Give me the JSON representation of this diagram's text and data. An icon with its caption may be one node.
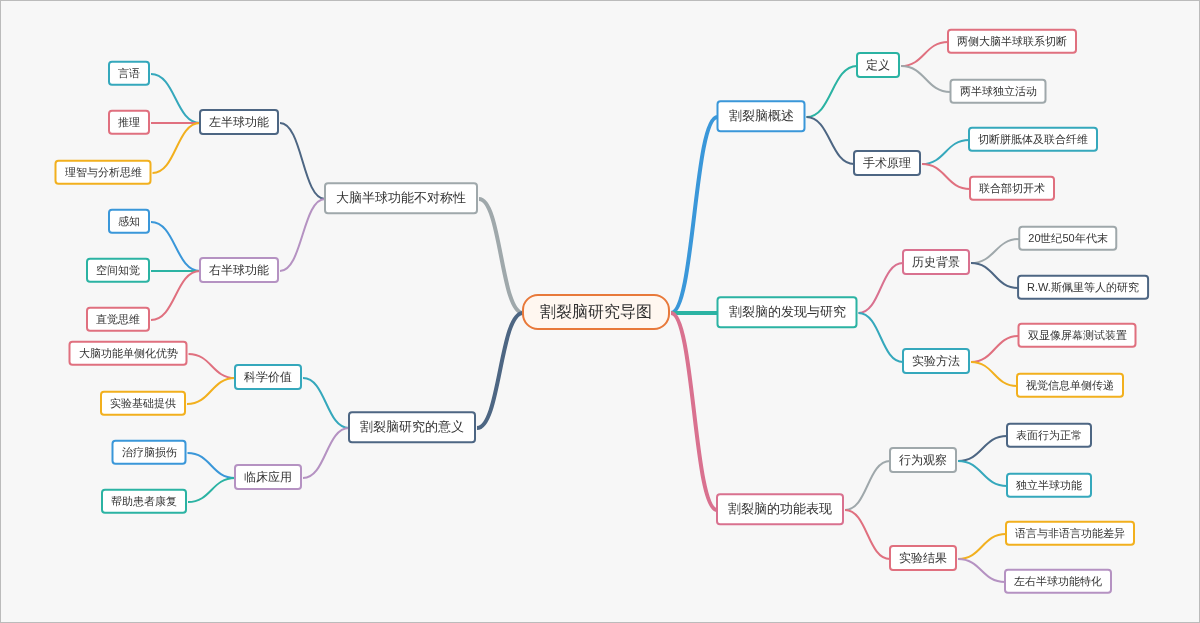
{
  "diagram": {
    "nodes": [
      {
        "text": [
          "割裂脑研究导图"
        ]
      },
      {
        "text": [
          "割裂脑概述"
        ]
      },
      {
        "text": [
          "定义"
        ]
      },
      {
        "text": [
          "两侧大脑半球联系切断"
        ]
      },
      {
        "text": [
          "两半球独立活动"
        ]
      },
      {
        "text": [
          "手术原理"
        ]
      },
      {
        "text": [
          "切断胼胝体及联合纤维"
        ]
      },
      {
        "text": [
          "联合部切开术"
        ]
      },
      {
        "text": [
          "割裂脑的发现与研究"
        ]
      },
      {
        "text": [
          "历史背景"
        ]
      },
      {
        "text": [
          "20世纪50年代末"
        ]
      },
      {
        "text": [
          "R.W.斯佩里等人的研究"
        ]
      },
      {
        "text": [
          "实验方法"
        ]
      },
      {
        "text": [
          "双显像屏幕测试装置"
        ]
      },
      {
        "text": [
          "视觉信息单侧传递"
        ]
      },
      {
        "text": [
          "割裂脑的功能表现"
        ]
      },
      {
        "text": [
          "行为观察"
        ]
      },
      {
        "text": [
          "表面行为正常"
        ]
      },
      {
        "text": [
          "独立半球功能"
        ]
      },
      {
        "text": [
          "实验结果"
        ]
      },
      {
        "text": [
          "语言与非语言功能差异"
        ]
      },
      {
        "text": [
          "左右半球功能特化"
        ]
      },
      {
        "text": [
          "大脑半球功能不对称性"
        ]
      },
      {
        "text": [
          "左半球功能"
        ]
      },
      {
        "text": [
          "言语"
        ]
      },
      {
        "text": [
          "推理"
        ]
      },
      {
        "text": [
          "理智与分析思维"
        ]
      },
      {
        "text": [
          "右半球功能"
        ]
      },
      {
        "text": [
          "感知"
        ]
      },
      {
        "text": [
          "空间知觉"
        ]
      },
      {
        "text": [
          "直觉思维"
        ]
      },
      {
        "text": [
          "割裂脑研究的意义"
        ]
      },
      {
        "text": [
          "科学价值"
        ]
      },
      {
        "text": [
          "大脑功能单侧化优势"
        ]
      },
      {
        "text": [
          "实验基础提供"
        ]
      },
      {
        "text": [
          "临床应用"
        ]
      },
      {
        "text": [
          "治疗脑损伤"
        ]
      },
      {
        "text": [
          "帮助患者康复"
        ]
      }
    ],
    "edges": [
      {
        "from": 0,
        "to": 1,
        "arrow": "none",
        "style": "thick",
        "color": "#3a97d9"
      },
      {
        "from": 1,
        "to": 2,
        "arrow": "none",
        "color": "#2bb3a3"
      },
      {
        "from": 2,
        "to": 3,
        "arrow": "none",
        "color": "#e0707f"
      },
      {
        "from": 2,
        "to": 4,
        "arrow": "none",
        "color": "#9fa8ab"
      },
      {
        "from": 1,
        "to": 5,
        "arrow": "none",
        "color": "#4d6683"
      },
      {
        "from": 5,
        "to": 6,
        "arrow": "none",
        "color": "#35a8bc"
      },
      {
        "from": 5,
        "to": 7,
        "arrow": "none",
        "color": "#e0707f"
      },
      {
        "from": 0,
        "to": 8,
        "arrow": "none",
        "style": "thick",
        "color": "#2bb3a3"
      },
      {
        "from": 8,
        "to": 9,
        "arrow": "none",
        "color": "#d9718f"
      },
      {
        "from": 9,
        "to": 10,
        "arrow": "none",
        "color": "#9fa8ab"
      },
      {
        "from": 9,
        "to": 11,
        "arrow": "none",
        "color": "#4d6683"
      },
      {
        "from": 8,
        "to": 12,
        "arrow": "none",
        "color": "#35a8bc"
      },
      {
        "from": 12,
        "to": 13,
        "arrow": "none",
        "color": "#e0707f"
      },
      {
        "from": 12,
        "to": 14,
        "arrow": "none",
        "color": "#f2b01e"
      },
      {
        "from": 0,
        "to": 15,
        "arrow": "none",
        "style": "thick",
        "color": "#d9718f"
      },
      {
        "from": 15,
        "to": 16,
        "arrow": "none",
        "color": "#9fa8ab"
      },
      {
        "from": 16,
        "to": 17,
        "arrow": "none",
        "color": "#4d6683"
      },
      {
        "from": 16,
        "to": 18,
        "arrow": "none",
        "color": "#35a8bc"
      },
      {
        "from": 15,
        "to": 19,
        "arrow": "none",
        "color": "#e0707f"
      },
      {
        "from": 19,
        "to": 20,
        "arrow": "none",
        "color": "#f2b01e"
      },
      {
        "from": 19,
        "to": 21,
        "arrow": "none",
        "color": "#b592c2"
      },
      {
        "from": 0,
        "to": 22,
        "arrow": "none",
        "style": "thick",
        "color": "#9fa8ab"
      },
      {
        "from": 22,
        "to": 23,
        "arrow": "none",
        "color": "#4d6683"
      },
      {
        "from": 23,
        "to": 24,
        "arrow": "none",
        "color": "#35a8bc"
      },
      {
        "from": 23,
        "to": 25,
        "arrow": "none",
        "color": "#e0707f"
      },
      {
        "from": 23,
        "to": 26,
        "arrow": "none",
        "color": "#f2b01e"
      },
      {
        "from": 22,
        "to": 27,
        "arrow": "none",
        "color": "#b592c2"
      },
      {
        "from": 27,
        "to": 28,
        "arrow": "none",
        "color": "#3a97d9"
      },
      {
        "from": 27,
        "to": 29,
        "arrow": "none",
        "color": "#2bb3a3"
      },
      {
        "from": 27,
        "to": 30,
        "arrow": "none",
        "color": "#e0707f"
      },
      {
        "from": 0,
        "to": 31,
        "arrow": "none",
        "style": "thick",
        "color": "#4d6683"
      },
      {
        "from": 31,
        "to": 32,
        "arrow": "none",
        "color": "#35a8bc"
      },
      {
        "from": 32,
        "to": 33,
        "arrow": "none",
        "color": "#e0707f"
      },
      {
        "from": 32,
        "to": 34,
        "arrow": "none",
        "color": "#f2b01e"
      },
      {
        "from": 31,
        "to": 35,
        "arrow": "none",
        "color": "#b592c2"
      },
      {
        "from": 35,
        "to": 36,
        "arrow": "none",
        "color": "#3a97d9"
      },
      {
        "from": 35,
        "to": 37,
        "arrow": "none",
        "color": "#2bb3a3"
      }
    ]
  }
}
